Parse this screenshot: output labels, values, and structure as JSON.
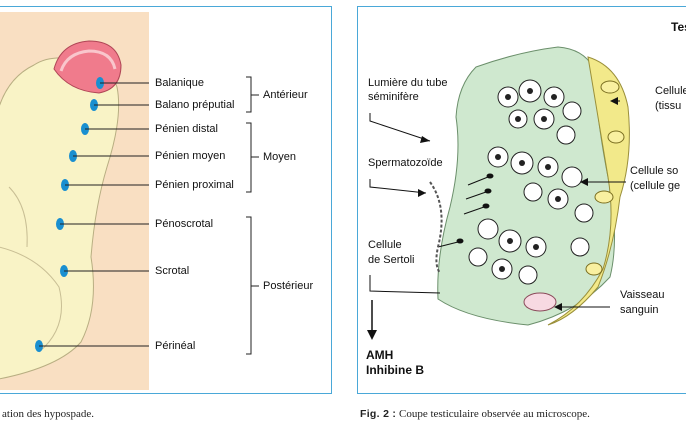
{
  "figure1": {
    "caption": "ation des hypospade.",
    "locations": [
      {
        "label": "Balanique"
      },
      {
        "label": "Balano préputial"
      },
      {
        "label": "Pénien distal"
      },
      {
        "label": "Pénien moyen"
      },
      {
        "label": "Pénien proximal"
      },
      {
        "label": "Pénoscrotal"
      },
      {
        "label": "Scrotal"
      },
      {
        "label": "Périnéal"
      }
    ],
    "groups": [
      {
        "label": "Antérieur"
      },
      {
        "label": "Moyen"
      },
      {
        "label": "Postérieur"
      }
    ],
    "colors": {
      "skin": "#f9f3c6",
      "background": "#f9dfc2",
      "glans": "#f07b8c",
      "dot": "#1a8fd0"
    }
  },
  "figure2": {
    "caption_prefix": "Fig. 2 :",
    "caption_text": "Coupe testiculaire observée au microscope.",
    "title_partial": "Tes",
    "labels": {
      "lumiere_1": "Lumière du tube",
      "lumiere_2": "séminifère",
      "spermatozoide": "Spermatozoïde",
      "sertoli_1": "Cellule",
      "sertoli_2": "de Sertoli",
      "leydig_1": "Cellule",
      "leydig_2": "(tissu",
      "germinal_1": "Cellule so",
      "germinal_2": "(cellule ge",
      "vaisseau_1": "Vaisseau",
      "vaisseau_2": "sanguin",
      "amh": "AMH",
      "inhibine": "Inhibine B"
    },
    "colors": {
      "tissue": "#cfe8cf",
      "interstitial": "#f2e98a"
    }
  }
}
